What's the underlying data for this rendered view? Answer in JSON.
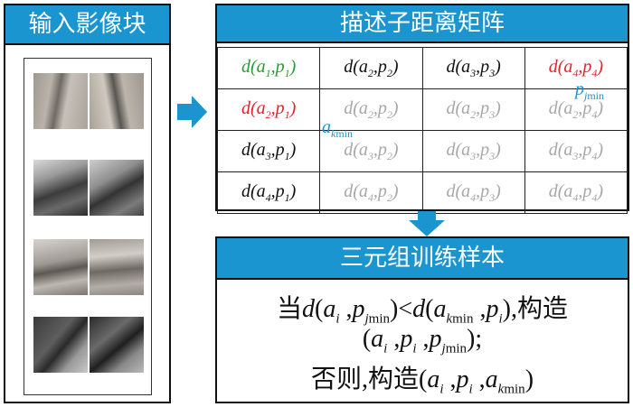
{
  "input_panel": {
    "title": "输入影像块"
  },
  "matrix_panel": {
    "title": "描述子距离矩阵",
    "rows": [
      [
        {
          "a": "1",
          "p": "1",
          "color": "green"
        },
        {
          "a": "2",
          "p": "2",
          "color": "black"
        },
        {
          "a": "3",
          "p": "3",
          "color": "black"
        },
        {
          "a": "4",
          "p": "4",
          "color": "red"
        }
      ],
      [
        {
          "a": "2",
          "p": "1",
          "color": "red"
        },
        {
          "a": "2",
          "p": "2",
          "color": "gray"
        },
        {
          "a": "2",
          "p": "3",
          "color": "gray"
        },
        {
          "a": "2",
          "p": "4",
          "color": "gray"
        }
      ],
      [
        {
          "a": "3",
          "p": "1",
          "color": "black"
        },
        {
          "a": "3",
          "p": "2",
          "color": "gray"
        },
        {
          "a": "3",
          "p": "3",
          "color": "gray"
        },
        {
          "a": "3",
          "p": "4",
          "color": "gray"
        }
      ],
      [
        {
          "a": "4",
          "p": "1",
          "color": "black"
        },
        {
          "a": "4",
          "p": "2",
          "color": "gray"
        },
        {
          "a": "4",
          "p": "3",
          "color": "gray"
        },
        {
          "a": "4",
          "p": "4",
          "color": "gray"
        }
      ]
    ],
    "label_pjmin": {
      "base": "p",
      "sub": "j",
      "sub_rest": "min"
    },
    "label_akmin": {
      "base": "a",
      "sub": "k",
      "sub_rest": "min"
    }
  },
  "triplet_panel": {
    "title": "三元组训练样本",
    "line1_prefix": "当",
    "line1_suffix": ",构造",
    "line3_prefix": "否则,构造"
  },
  "colors": {
    "accent": "#1b95cf",
    "red": "#e0252b",
    "green": "#2a9a3a",
    "gray": "#a8a8a8"
  }
}
